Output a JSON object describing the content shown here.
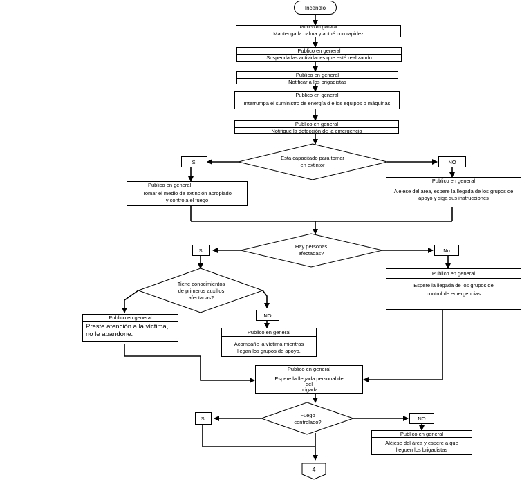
{
  "start": "Incendio",
  "general_label": "Publico en general",
  "steps": {
    "s1": "Mantenga la calma y actué con rapidez",
    "s2": "Suspenda las actividades que esté realizando",
    "s3": "Notificar a los brigadistas",
    "s4": "Interrumpa el suministro de energía d e los equipos o  máquinas",
    "s5": "Notifique la detección de la emergencia"
  },
  "d1": {
    "line1": "Esta capacitado para tomar",
    "line2": "en extintor",
    "yes": "Si",
    "no": "NO"
  },
  "d1_yes_box": {
    "line1": "Tomar el medio de extinción apropiado",
    "line2": "y controla el fuego"
  },
  "d1_no_box": {
    "line1": "Aléjese del  área, espere la llegada de los grupos de",
    "line2": "apoyo y siga sus instrucciones"
  },
  "d2": {
    "line1": "Hay personas",
    "line2": "afectadas?",
    "yes": "Si",
    "no": "No"
  },
  "d2_no_box": {
    "line1": "Espere la llegada de los grupos de",
    "line2": "control de emergencias"
  },
  "d3": {
    "line1": "Tiene conocimientos",
    "line2": "de primeros auxilios",
    "line3": "afectadas?",
    "no": "NO"
  },
  "d3_yes_box": {
    "line1": "Preste atención a la víctima,",
    "line2": "no le     abandone."
  },
  "d3_no_box": {
    "line1": "Acompañe la víctima mientras",
    "line2": "llegan los grupos de apoyo."
  },
  "wait_box": {
    "line1": "Espere la llegada  personal de",
    "line2": "del",
    "line3": "brigada"
  },
  "d4": {
    "line1": "Fuego",
    "line2": "controlado?",
    "yes": "Si",
    "no": "NO"
  },
  "d4_no_box": {
    "line1": "Aléjese del área y espere a que",
    "line2": "lleguen los brigadistas"
  },
  "connector": "4"
}
